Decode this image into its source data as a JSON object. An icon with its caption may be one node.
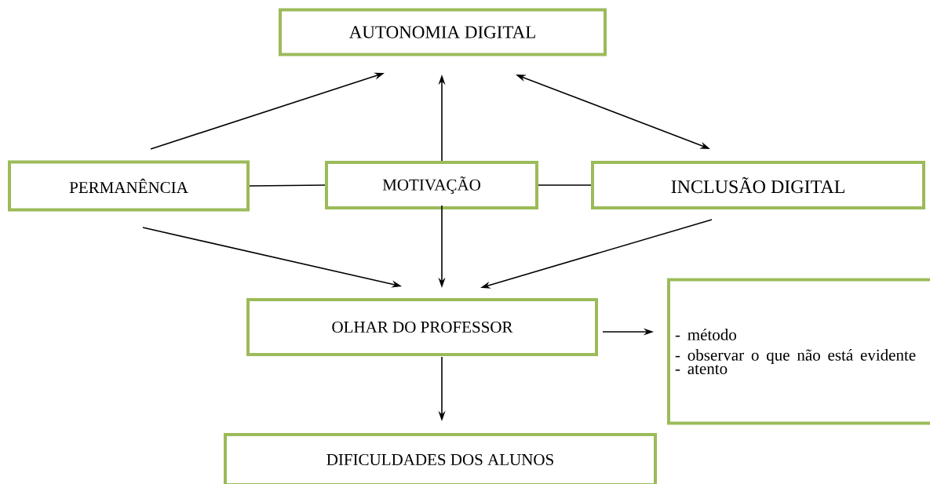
{
  "diagram": {
    "nodes": [
      {
        "text": [
          "AUTONOMIA DIGITAL"
        ]
      },
      {
        "text": [
          "PERMANÊNCIA"
        ]
      },
      {
        "text": [
          "MOTIVAÇÃO"
        ]
      },
      {
        "text": [
          "INCLUSÃO DIGITAL"
        ]
      },
      {
        "text": [
          "OLHAR DO PROFESSOR"
        ]
      },
      {
        "text": [
          "- método",
          "- observar o que não está evidente",
          "- atento"
        ]
      },
      {
        "text": [
          "DIFICULDADES DOS ALUNOS"
        ]
      }
    ],
    "edges": [
      {
        "from": 1,
        "to": 0,
        "arrow": "to"
      },
      {
        "from": 2,
        "to": 0,
        "arrow": "to"
      },
      {
        "from": 3,
        "to": 0,
        "arrow": "both"
      },
      {
        "from": 1,
        "to": 2,
        "arrow": "none"
      },
      {
        "from": 2,
        "to": 3,
        "arrow": "none"
      },
      {
        "from": 1,
        "to": 4,
        "arrow": "to"
      },
      {
        "from": 2,
        "to": 4,
        "arrow": "to"
      },
      {
        "from": 3,
        "to": 4,
        "arrow": "to"
      },
      {
        "from": 4,
        "to": 5,
        "arrow": "to"
      },
      {
        "from": 4,
        "to": 6,
        "arrow": "to"
      }
    ]
  }
}
